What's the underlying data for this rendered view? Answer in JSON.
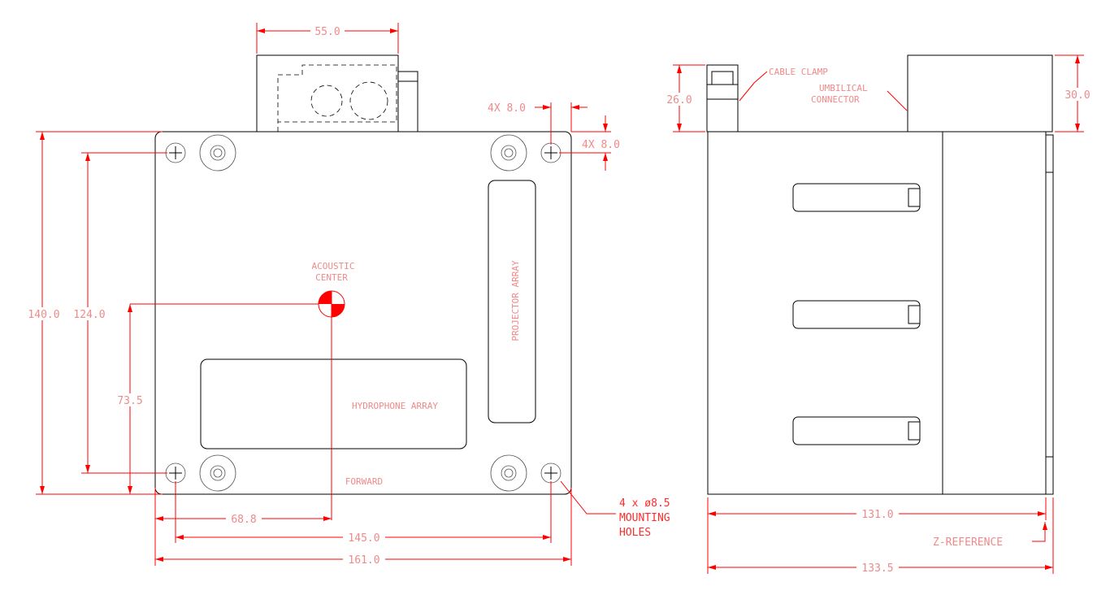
{
  "dimensions": {
    "top_width": "55.0",
    "hole_offset_x": "4X 8.0",
    "hole_offset_y": "4X 8.0",
    "height_total": "140.0",
    "height_holes": "124.0",
    "height_center": "73.5",
    "center_x": "68.8",
    "width_holes": "145.0",
    "width_total": "161.0",
    "side_clamp_height": "26.0",
    "side_connector_height": "30.0",
    "side_depth_inner": "131.0",
    "side_depth_total": "133.5"
  },
  "labels": {
    "acoustic_center_l1": "ACOUSTIC",
    "acoustic_center_l2": "CENTER",
    "projector_array": "PROJECTOR ARRAY",
    "hydrophone_array": "HYDROPHONE ARRAY",
    "forward": "FORWARD",
    "mounting_holes_l1": "4 x ø8.5",
    "mounting_holes_l2": "MOUNTING",
    "mounting_holes_l3": "HOLES",
    "cable_clamp": "CABLE CLAMP",
    "umbilical_l1": "UMBILICAL",
    "umbilical_l2": "CONNECTOR",
    "z_reference": "Z-REFERENCE"
  },
  "colors": {
    "dimension": "#ff0000",
    "dimension_text": "#f08a8a",
    "outline": "#000000"
  }
}
